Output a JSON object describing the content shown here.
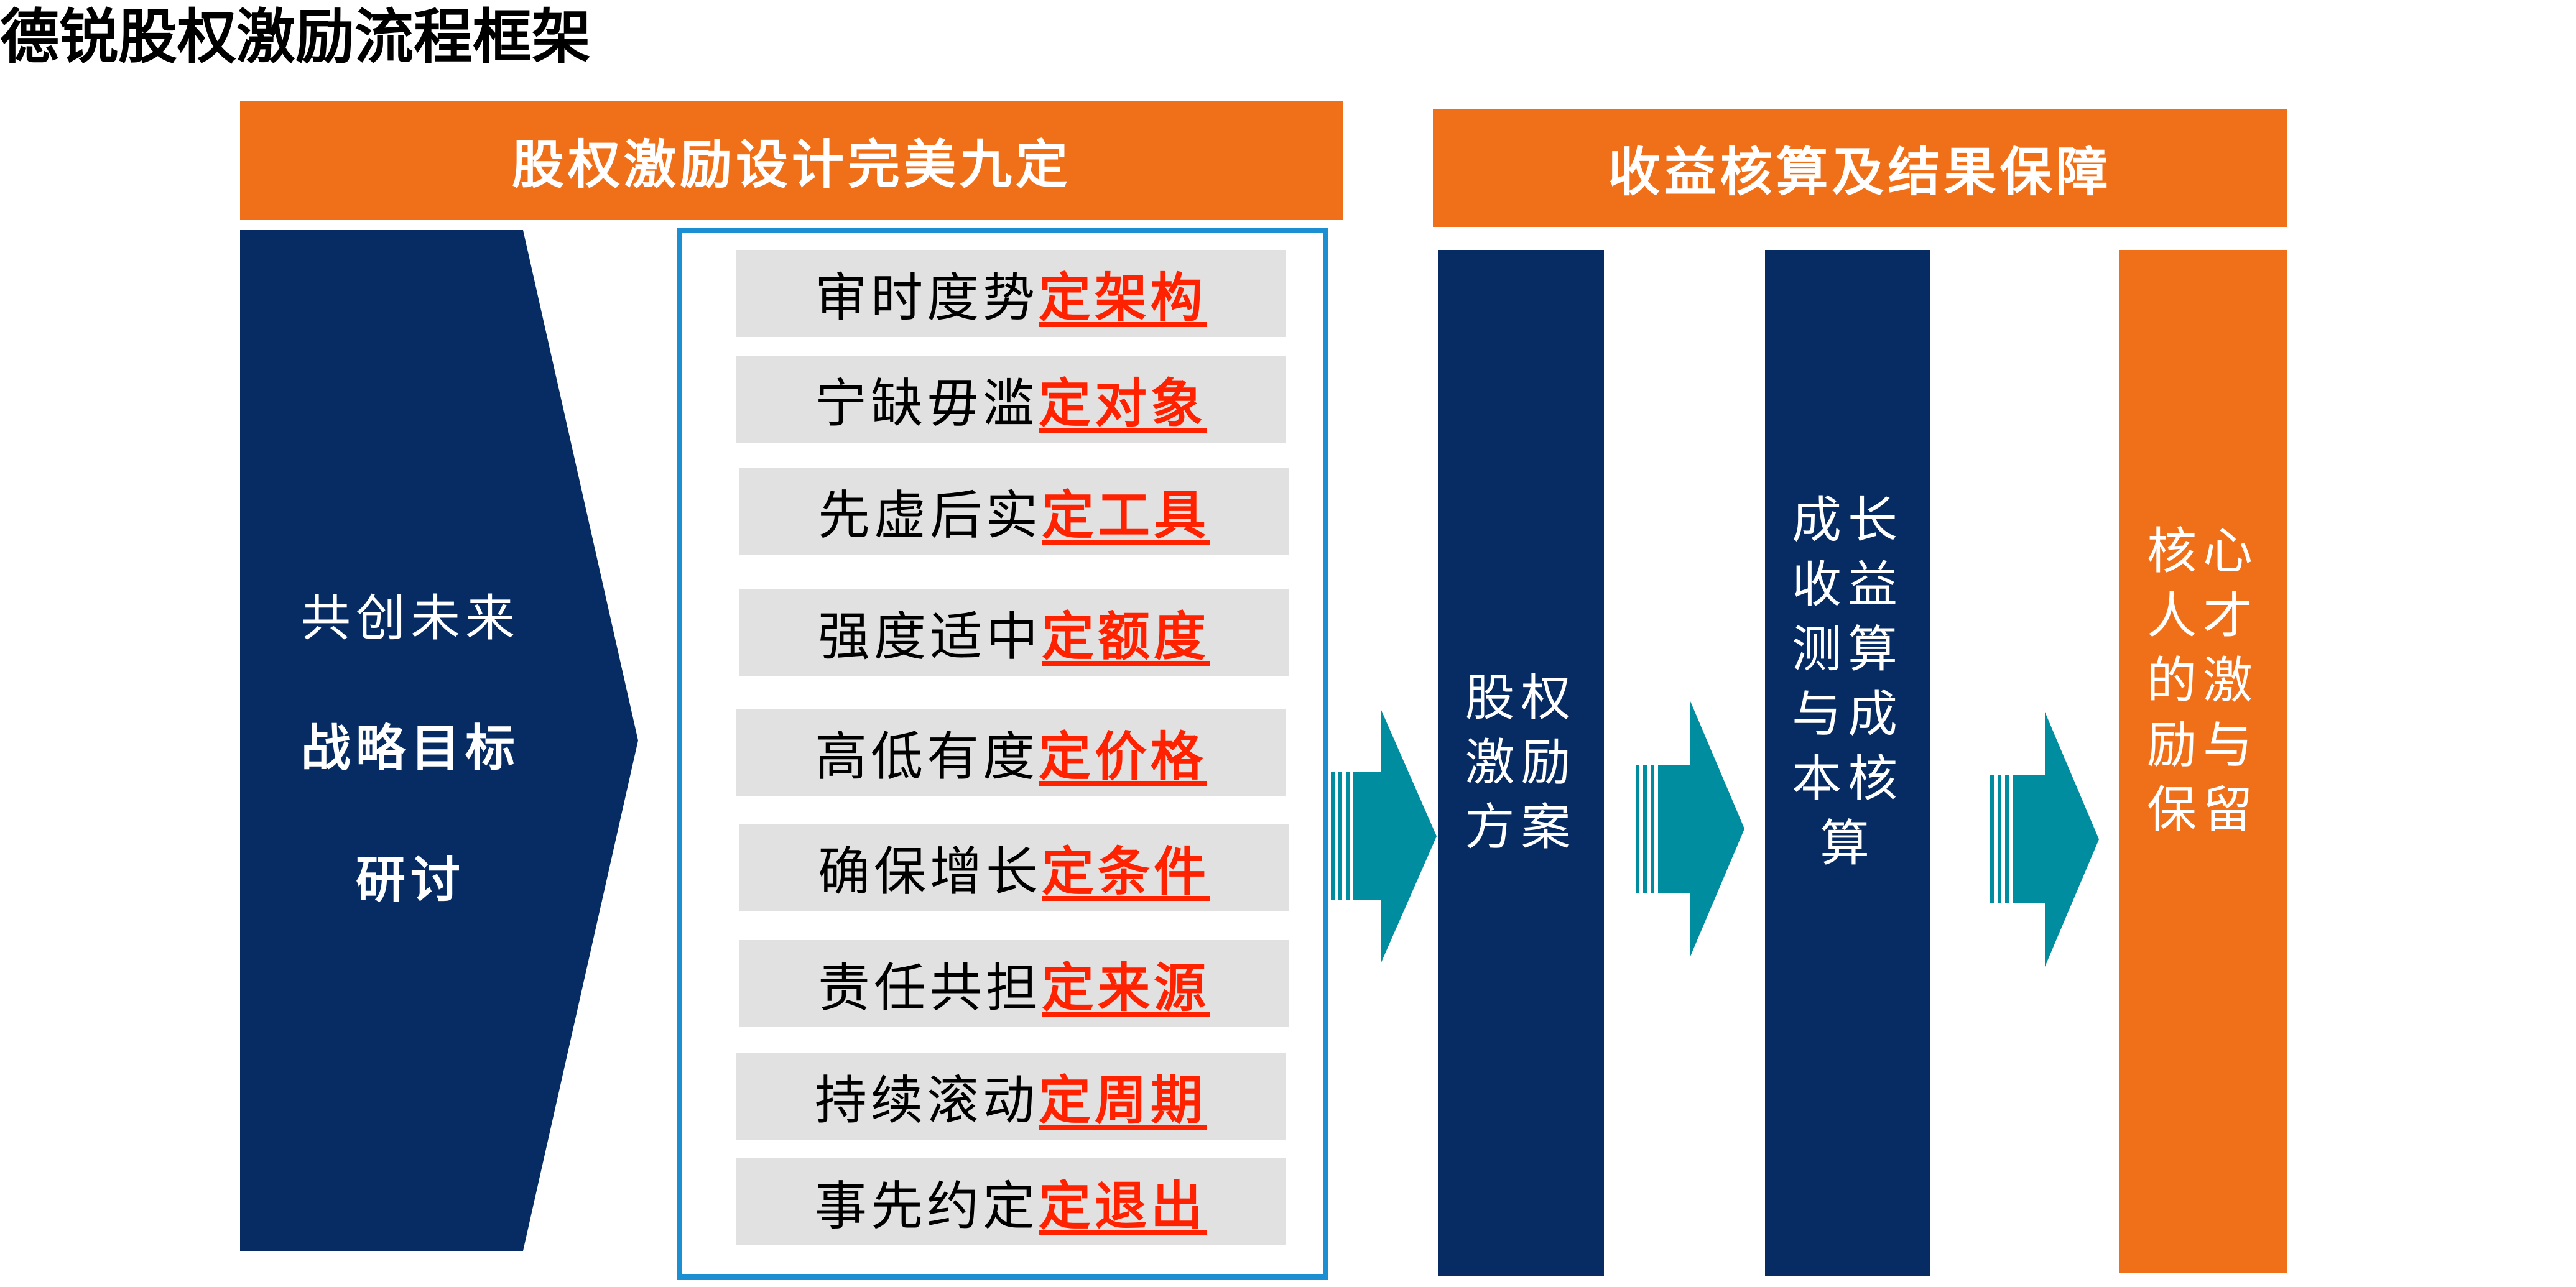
{
  "title": "德锐股权激励流程框架",
  "left_banner": "股权激励设计完美九定",
  "right_banner": "收益核算及结果保障",
  "chevron": {
    "line1": "共创未来",
    "line2": "战略目标",
    "line3": "研讨"
  },
  "design_items": [
    {
      "prefix": "审时度势",
      "suffix": "定架构"
    },
    {
      "prefix": "宁缺毋滥",
      "suffix": "定对象"
    },
    {
      "prefix": "先虚后实",
      "suffix": "定工具"
    },
    {
      "prefix": "强度适中",
      "suffix": "定额度"
    },
    {
      "prefix": "高低有度",
      "suffix": "定价格"
    },
    {
      "prefix": "确保增长",
      "suffix": "定条件"
    },
    {
      "prefix": "责任共担",
      "suffix": "定来源"
    },
    {
      "prefix": "持续滚动",
      "suffix": "定周期"
    },
    {
      "prefix": "事先约定",
      "suffix": "定退出"
    }
  ],
  "columns": [
    {
      "text": "股权\n激励\n方案"
    },
    {
      "text": "成长\n收益\n测算\n与成\n本核\n算"
    },
    {
      "text": "核心\n人才\n的激\n励与\n保留"
    }
  ],
  "colors": {
    "navy": "#062C63",
    "orange": "#F07019",
    "teal": "#008DA0",
    "frame_blue": "#1B8FD2",
    "highlight_red": "#FF2200",
    "row_gray": "#E1E1E1"
  }
}
